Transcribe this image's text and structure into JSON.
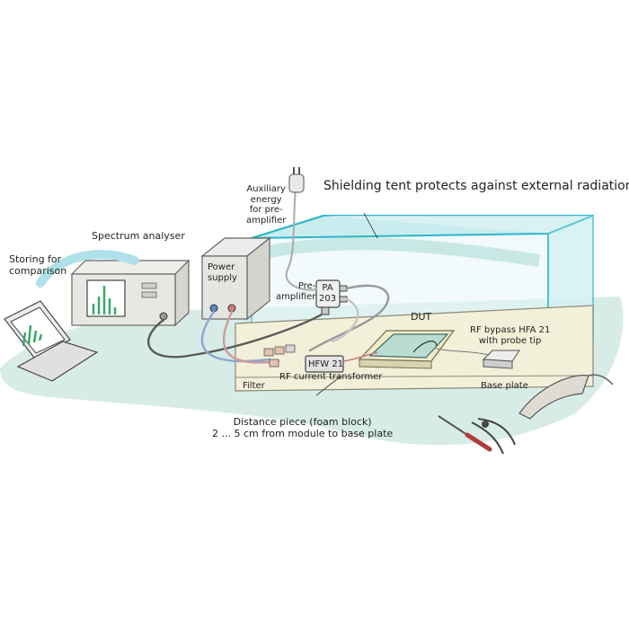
{
  "labels": {
    "shield_tent": "Shielding tent protects against external radiation",
    "aux_energy": [
      "Auxiliary",
      "energy",
      "for pre-",
      "amplifier"
    ],
    "spectrum_analyser": "Spectrum analyser",
    "storing": [
      "Storing for",
      "comparison"
    ],
    "power_supply": [
      "Power",
      "supply"
    ],
    "pre_amplifier": [
      "Pre-",
      "amplifier"
    ],
    "pa_model": [
      "PA",
      "203"
    ],
    "dut": "DUT",
    "rf_bypass": [
      "RF bypass HFA 21",
      "with probe tip"
    ],
    "hfw": "HFW 21",
    "rf_current_transformer": "RF current transformer",
    "filter": "Filter",
    "base_plate": "Base plate",
    "distance_piece": [
      "Distance piece (foam block)",
      "2 ... 5 cm from module to base plate"
    ]
  },
  "icons": {
    "laptop": "laptop-icon",
    "spectrum_analyser": "spectrum-analyser-icon",
    "power_supply": "power-supply-icon",
    "plug": "power-plug-icon",
    "tent": "shielding-tent-icon",
    "screwdriver": "screwdriver-icon",
    "pliers": "pliers-icon",
    "clamp": "clamp-icon"
  },
  "colors": {
    "tent_edge": "#2fb6c8",
    "tent_fill": "#cfeff2",
    "floor": "#d7ece6",
    "base_plate": "#f3f0d9",
    "device_body": "#dcdcd6",
    "screen_green": "#3aa86a"
  }
}
